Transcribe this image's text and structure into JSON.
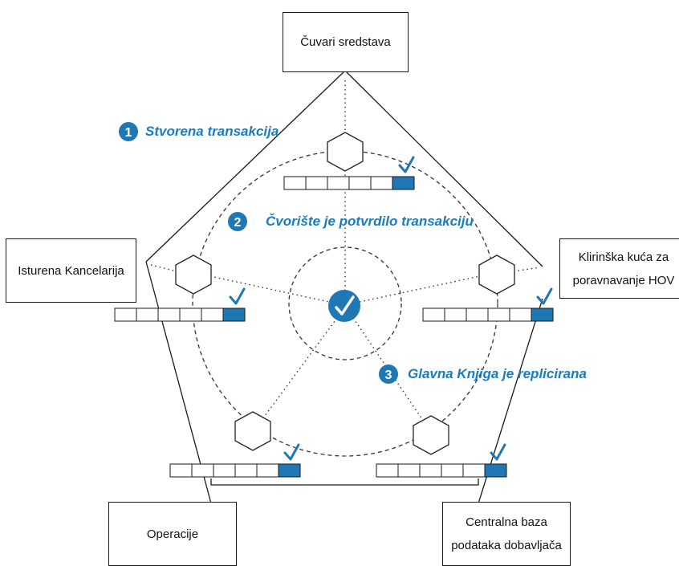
{
  "colors": {
    "accent": "#1f78b4",
    "line": "#1a1a1a",
    "ledger_filled": "#1f78b4"
  },
  "nodes": {
    "top": {
      "line1": "Čuvari sredstava"
    },
    "left": {
      "line1": "Isturena Kancelarija"
    },
    "right": {
      "line1": "Klirinška kuća za",
      "line2": "poravnavanje HOV"
    },
    "bottom_left": {
      "line1": "Operacije"
    },
    "bottom_right": {
      "line1": "Centralna baza",
      "line2": "podataka dobavljača"
    }
  },
  "steps": [
    {
      "number": "1",
      "label": "Stvorena transakcija"
    },
    {
      "number": "2",
      "label": "Čvorište je potvrdilo transakciju"
    },
    {
      "number": "3",
      "label": "Glavna Knjiga je replicirana"
    }
  ],
  "icons": {
    "checkmark": "checkmark-icon",
    "hexagon": "hexagon-node-icon"
  },
  "ledger": {
    "cells": 6,
    "filled_index": 5
  }
}
